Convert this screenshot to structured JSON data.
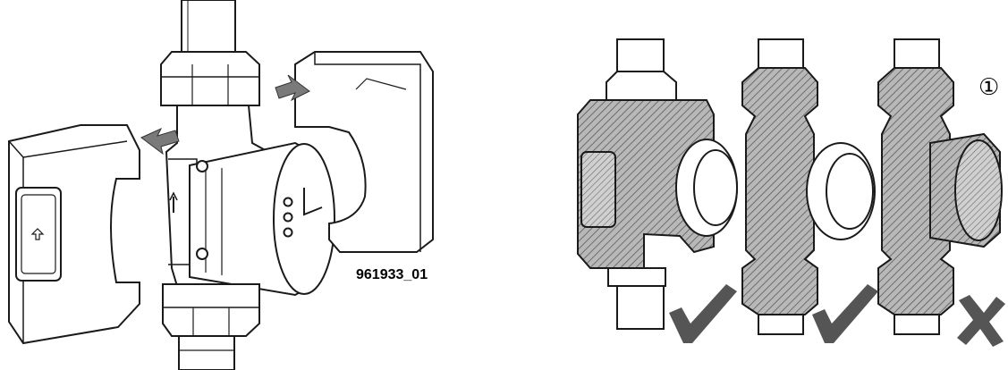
{
  "figure": {
    "part_number": "961933_01",
    "callout_number": "①",
    "marks": [
      {
        "id": "mark-1",
        "symbol": "check",
        "meaning": "correct"
      },
      {
        "id": "mark-2",
        "symbol": "check",
        "meaning": "correct"
      },
      {
        "id": "mark-3",
        "symbol": "cross",
        "meaning": "incorrect"
      }
    ],
    "colors": {
      "line": "#1a1a1a",
      "hatch_fill": "#9a9a9a",
      "mark": "#555555",
      "arrow": "#7a7a7a"
    }
  }
}
